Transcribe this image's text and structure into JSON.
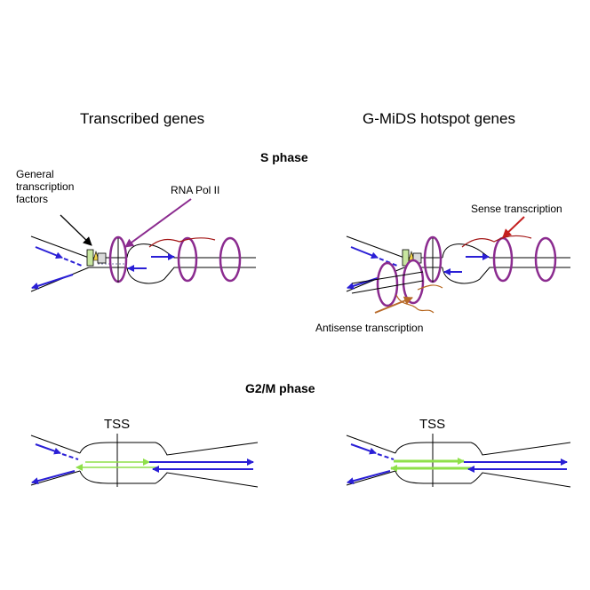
{
  "titles": {
    "left": "Transcribed genes",
    "right": "G-MiDS hotspot genes"
  },
  "phases": {
    "s": "S phase",
    "g2m": "G2/M phase"
  },
  "labels": {
    "gtf_line1": "General",
    "gtf_line2": "transcription",
    "gtf_line3": "factors",
    "rna_pol": "RNA Pol II",
    "sense": "Sense transcription",
    "antisense": "Antisense transcription",
    "tss_left": "TSS",
    "tss_right": "TSS"
  },
  "colors": {
    "dna": "#000000",
    "fork_arrow": "#2a1fd6",
    "polymerase": "#8b2b8f",
    "sense_rna": "#a31515",
    "antisense_rna": "#b5651d",
    "antisense_arrow": "#b86a2a",
    "sense_arrow": "#c41e1e",
    "transcript": "#8fe04a",
    "gtf_green": "#c8e6a0",
    "gtf_yellow": "#f0d24a",
    "gtf_grey": "#d9d9d9"
  }
}
